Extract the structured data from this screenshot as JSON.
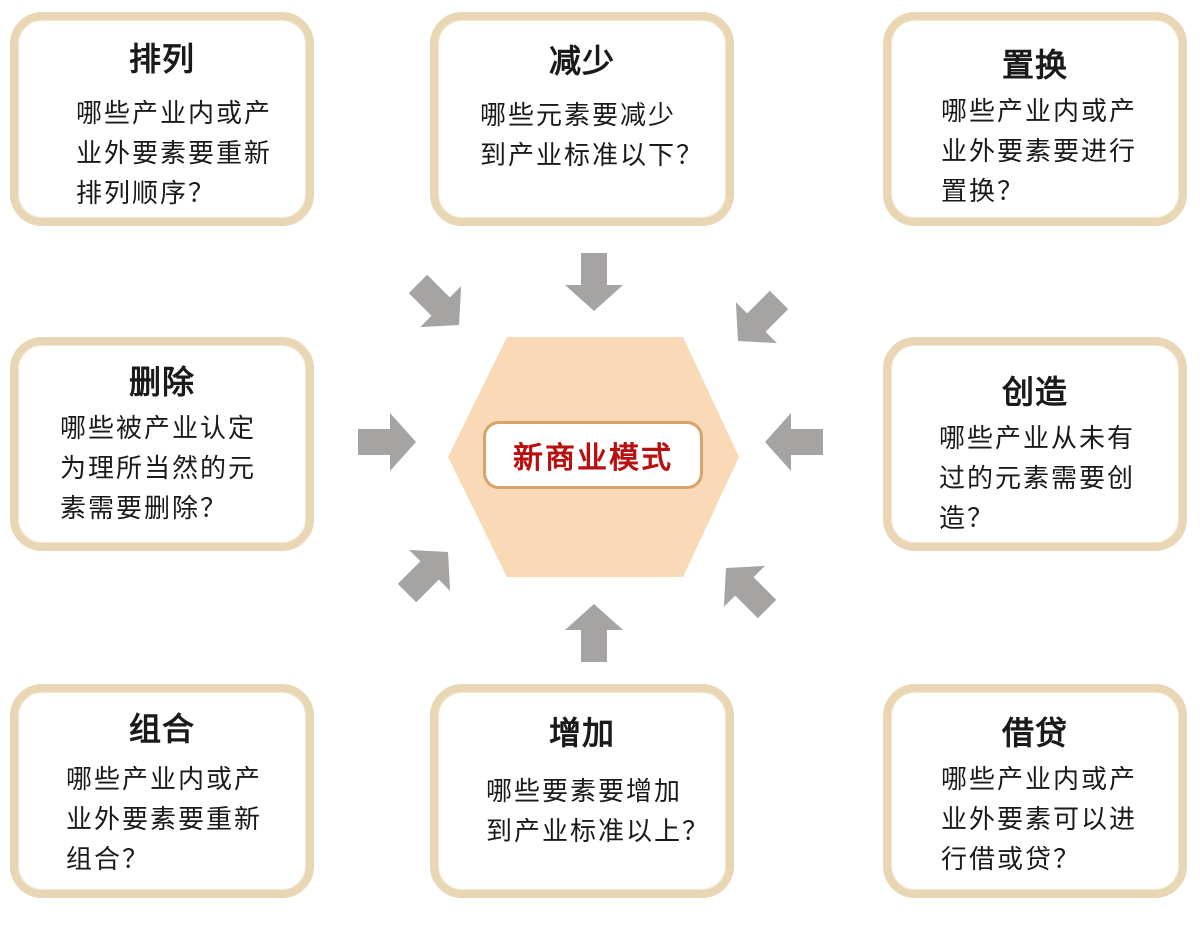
{
  "center": {
    "label": "新商业模式"
  },
  "cards": {
    "arrange": {
      "title": "排列",
      "lines": [
        "哪些产业内或产",
        "业外要素要重新",
        "排列顺序？"
      ]
    },
    "reduce": {
      "title": "减少",
      "lines": [
        "哪些元素要减少",
        "到产业标准以下？"
      ]
    },
    "replace": {
      "title": "置换",
      "lines": [
        "哪些产业内或产",
        "业外要素要进行",
        "置换？"
      ]
    },
    "delete": {
      "title": "删除",
      "lines": [
        "哪些被产业认定",
        "为理所当然的元",
        "素需要删除？"
      ]
    },
    "create": {
      "title": "创造",
      "lines": [
        "哪些产业从未有",
        "过的元素需要创",
        "造？"
      ]
    },
    "combine": {
      "title": "组合",
      "lines": [
        "哪些产业内或产",
        "业外要素要重新",
        "组合？"
      ]
    },
    "increase": {
      "title": "增加",
      "lines": [
        "哪些要素要增加",
        "到产业标准以上？"
      ]
    },
    "borrow": {
      "title": "借贷",
      "lines": [
        "哪些产业内或产",
        "业外要素可以进",
        "行借或贷？"
      ]
    }
  },
  "colors": {
    "card_border": "#e8d6b4",
    "hexagon_fill": "#fad9b6",
    "arrow_fill": "#a6a3a3",
    "center_text": "#b80f0f"
  }
}
